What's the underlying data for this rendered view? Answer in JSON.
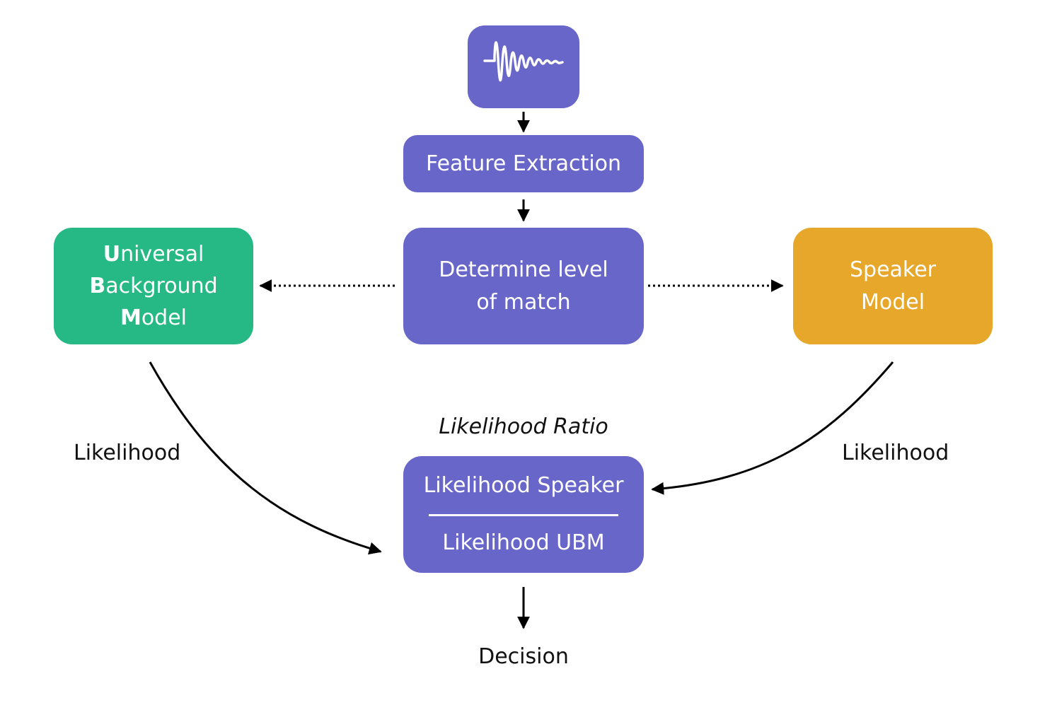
{
  "input": {
    "icon": "waveform-icon"
  },
  "feature_extraction": {
    "label": "Feature Extraction"
  },
  "determine_match": {
    "line1": "Determine level",
    "line2": "of match"
  },
  "ubm": {
    "lines": [
      {
        "initial": "U",
        "rest": "niversal"
      },
      {
        "initial": "B",
        "rest": "ackground"
      },
      {
        "initial": "M",
        "rest": "odel"
      }
    ]
  },
  "speaker_model": {
    "line1": "Speaker",
    "line2": "Model"
  },
  "likelihood_left": "Likelihood",
  "likelihood_right": "Likelihood",
  "ratio": {
    "title": "Likelihood Ratio",
    "numerator": "Likelihood Speaker",
    "denominator": "Likelihood UBM"
  },
  "decision": "Decision",
  "colors": {
    "primary_box": "#6866c8",
    "ubm_box": "#26b986",
    "speaker_box": "#e6a72b",
    "arrow": "#000000"
  }
}
